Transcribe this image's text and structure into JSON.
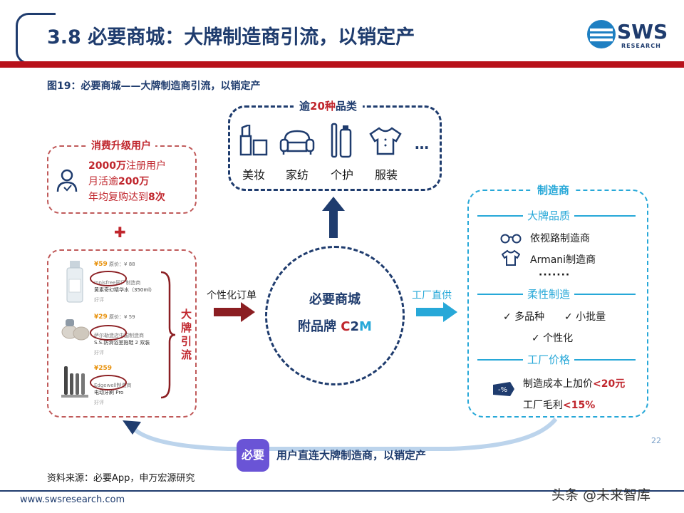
{
  "header": {
    "title": "3.8 必要商城：大牌制造商引流，以销定产",
    "logo_text": "SWS",
    "logo_sub": "RESEARCH"
  },
  "figure_title": "图19：必要商城——大牌制造商引流，以销定产",
  "categories": {
    "heading_prefix": "逾",
    "heading_highlight": "20种",
    "heading_suffix": "品类",
    "items": [
      {
        "label": "美妆",
        "icon": "lipstick-icon"
      },
      {
        "label": "家纺",
        "icon": "sofa-icon"
      },
      {
        "label": "个护",
        "icon": "toothbrush-icon"
      },
      {
        "label": "服装",
        "icon": "shirt-icon"
      }
    ],
    "more": "…"
  },
  "consumers": {
    "heading": "消费升级用户",
    "line1_highlight": "2000万",
    "line1_suffix": "注册用户",
    "line2_prefix": "月活逾",
    "line2_highlight": "200万",
    "line3_prefix": "年均复购达到",
    "line3_highlight": "8次"
  },
  "plus": "✚",
  "products": [
    {
      "price": "¥59",
      "orig": "原价：¥ 88",
      "maker": "Innisfree同厂制造商",
      "name": "黄素奇幻精华水（350ml）",
      "rating": "好评"
    },
    {
      "price": "¥29",
      "orig": "原价：¥ 59",
      "maker": "萨尔勒造店中国制造商",
      "name": "S.S.防滑浴室拖鞋 2 双装",
      "rating": "好评"
    },
    {
      "price": "¥259",
      "orig": "",
      "maker": "Edgewell制造商",
      "name": "电动牙刷 Pro",
      "rating": "好评"
    }
  ],
  "big_brand": "大牌引流",
  "arrow_left_label": "个性化订单",
  "center": {
    "line1": "必要商城",
    "line2_prefix": "附品牌 ",
    "c": "C",
    "two": "2",
    "m": "M"
  },
  "arrow_right_label": "工厂直供",
  "manufacturer": {
    "heading": "制造商",
    "section1": "大牌品质",
    "item1": "依视路制造商",
    "item2": "Armani制造商",
    "ellipsis": "·······",
    "section2": "柔性制造",
    "check1": "✓ 多品种",
    "check2": "✓ 小批量",
    "check3": "✓ 个性化",
    "section3": "工厂价格",
    "price_line_prefix": "制造成本上加价",
    "price_line_highlight": "<20元",
    "margin_prefix": "工厂毛利",
    "margin_highlight": "<15%",
    "discount_icon_text": "-%"
  },
  "bottom": {
    "badge": "必要",
    "text": "用户直连大牌制造商，以销定产"
  },
  "source": "资料来源：必要App，申万宏源研究",
  "footer": {
    "url": "www.swsresearch.com",
    "watermark": "头条 @未来智库",
    "page": "22"
  },
  "colors": {
    "navy": "#1f3c6e",
    "red": "#c0262d",
    "cyan": "#27a8d8",
    "purple": "#6a54d6"
  }
}
